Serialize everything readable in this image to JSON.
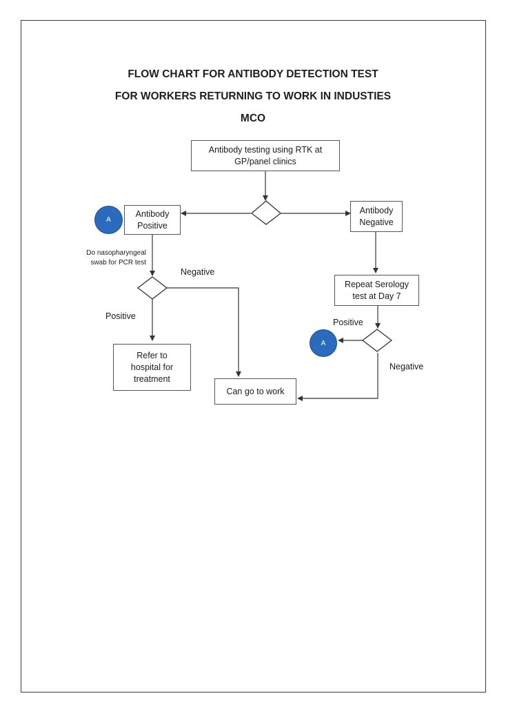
{
  "title": {
    "line1": "FLOW CHART FOR ANTIBODY DETECTION TEST",
    "line2": "FOR WORKERS RETURNING TO WORK IN INDUSTIES",
    "line3": "MCO"
  },
  "nodes": {
    "start": "Antibody testing using RTK at\nGP/panel clinics",
    "antibody_positive": "Antibody\nPositive",
    "antibody_negative": "Antibody\nNegative",
    "repeat_serology": "Repeat Serology\ntest at Day 7",
    "refer_hospital": "Refer to\nhospital for\ntreatment",
    "can_go_to_work": "Can go to work"
  },
  "labels": {
    "swab_note": "Do nasopharyngeal\nswab for PCR test",
    "left_negative": "Negative",
    "left_positive": "Positive",
    "right_positive": "Positive",
    "right_negative": "Negative"
  },
  "connectors": {
    "left": "A",
    "right": "A"
  },
  "colors": {
    "connector_fill": "#2a6bbd",
    "line": "#333333"
  }
}
